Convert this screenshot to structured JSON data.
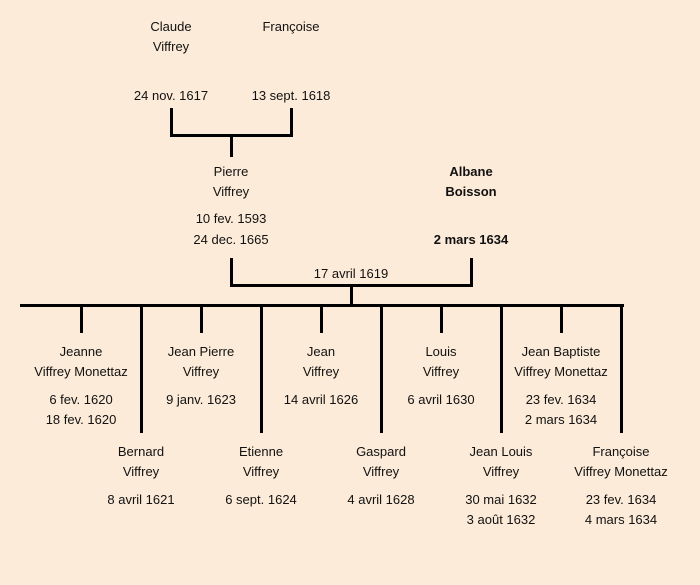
{
  "parents": [
    {
      "first": "Claude",
      "last": "Viffrey",
      "dates": [
        "24 nov. 1617"
      ]
    },
    {
      "first": "Françoise",
      "last": "",
      "dates": [
        "13 sept. 1618"
      ]
    }
  ],
  "couple": [
    {
      "first": "Pierre",
      "last": "Viffrey",
      "dates": [
        "10 fev. 1593",
        "24 dec. 1665"
      ]
    },
    {
      "first": "Albane",
      "last": "Boisson",
      "dates": [
        "",
        "2 mars 1634"
      ],
      "bold": true
    }
  ],
  "marriage_date": "17 avril 1619",
  "children": [
    {
      "first": "Jeanne",
      "last": "Viffrey Monettaz",
      "dates": [
        "6 fev. 1620",
        "18 fev. 1620"
      ]
    },
    {
      "first": "Bernard",
      "last": "Viffrey",
      "dates": [
        "8 avril 1621"
      ]
    },
    {
      "first": "Jean Pierre",
      "last": "Viffrey",
      "dates": [
        "9 janv. 1623"
      ]
    },
    {
      "first": "Etienne",
      "last": "Viffrey",
      "dates": [
        "6 sept. 1624"
      ]
    },
    {
      "first": "Jean",
      "last": "Viffrey",
      "dates": [
        "14 avril 1626"
      ]
    },
    {
      "first": "Gaspard",
      "last": "Viffrey",
      "dates": [
        "4 avril 1628"
      ]
    },
    {
      "first": "Louis",
      "last": "Viffrey",
      "dates": [
        "6 avril 1630"
      ]
    },
    {
      "first": "Jean Louis",
      "last": "Viffrey",
      "dates": [
        "30 mai 1632",
        "3 août 1632"
      ]
    },
    {
      "first": "Jean Baptiste",
      "last": "Viffrey Monettaz",
      "dates": [
        "23 fev. 1634",
        "2 mars 1634"
      ]
    },
    {
      "first": "Françoise",
      "last": "Viffrey Monettaz",
      "dates": [
        "23 fev. 1634",
        "4 mars 1634"
      ]
    }
  ]
}
